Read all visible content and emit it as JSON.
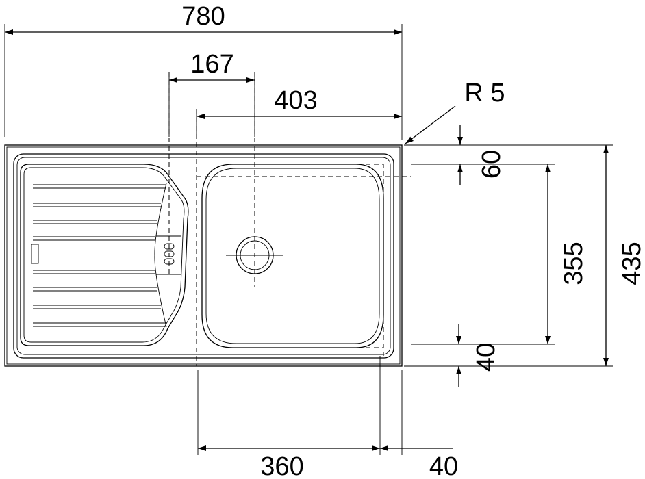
{
  "drawing": {
    "dimensions": {
      "overall_width": "780",
      "drainer_offset": "167",
      "bowl_offset": "403",
      "corner_radius": "R 5",
      "top_margin": "60",
      "bowl_depth": "355",
      "overall_depth": "435",
      "bottom_margin": "40",
      "bowl_width": "360",
      "right_margin": "40"
    }
  }
}
